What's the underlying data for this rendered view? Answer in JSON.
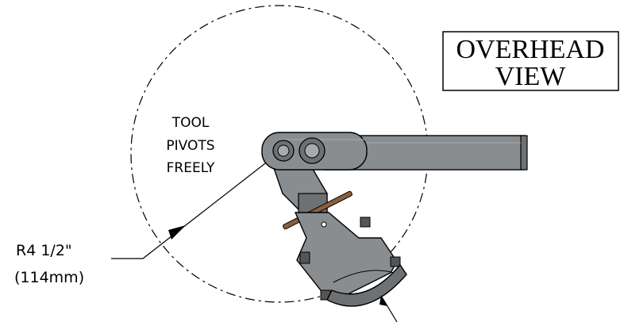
{
  "title": {
    "line1": "OVERHEAD",
    "line2": "VIEW"
  },
  "annotation": {
    "line1": "TOOL",
    "line2": "PIVOTS",
    "line3": "FREELY"
  },
  "dimension": {
    "line1": "R4 1/2\"",
    "line2": "(114mm)"
  },
  "colors": {
    "metal_fill": "#8a8d90",
    "metal_dark": "#6e7174",
    "metal_light": "#a7aaad",
    "outline": "#000000",
    "washer": "#8b5e3c",
    "background": "#ffffff"
  }
}
